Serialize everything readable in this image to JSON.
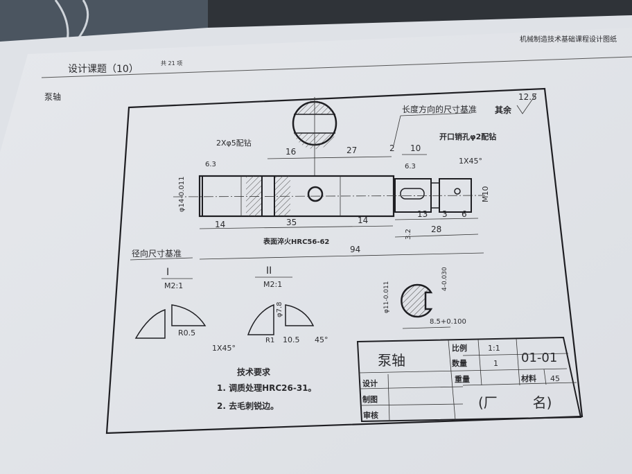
{
  "page": {
    "header_right": "机械制造技术基础课程设计图纸",
    "header_title": "设计课题（10）",
    "header_count": "共 21 项",
    "part_label": "泵轴"
  },
  "drawing": {
    "roughness_other": "其余",
    "roughness_other_value": "12.5",
    "length_datum": "长度方向的尺寸基准",
    "radial_datum": "径向尺寸基准",
    "drill_holes": "2Xφ5配钻",
    "pin_hole": "开口销孔φ2配钻",
    "chamfer_right": "1X45°",
    "roughness_left": "6.3",
    "roughness_mid": "6.3",
    "roughness_groove": "3.2",
    "diameter_main": "φ14-0.011",
    "thread": "M10",
    "surface_hardening": "表面淬火HRC56-62",
    "dims": {
      "d16": "16",
      "d27": "27",
      "d2": "2",
      "d10": "10",
      "d14a": "14",
      "d35": "35",
      "d14b": "14",
      "d94": "94",
      "d13": "13",
      "d3": "3",
      "d6": "6",
      "d28": "28"
    },
    "detail_1": {
      "label": "I",
      "scale": "M2:1",
      "radius": "R0.5"
    },
    "detail_2": {
      "label": "II",
      "scale": "M2:1",
      "diameter": "φ7.8",
      "radius": "R1",
      "width": "10.5",
      "chamfer": "1X45°",
      "angle": "45°"
    },
    "section": {
      "diameter": "φ11-0.011",
      "keyway_width": "4-0.030",
      "keyway_depth": "8.5+0.100"
    },
    "tech_req_title": "技术要求",
    "tech_req": [
      "1. 调质处理HRC26-31。",
      "2. 去毛刺锐边。"
    ]
  },
  "title_block": {
    "name": "泵轴",
    "scale_label": "比例",
    "scale_value": "1:1",
    "qty_label": "数量",
    "qty_value": "1",
    "weight_label": "重量",
    "drawing_no": "01-01",
    "material_label": "材料",
    "material_value": "45",
    "designer_label": "设计",
    "drafter_label": "制图",
    "checker_label": "审核",
    "factory": "(厂        名)"
  }
}
